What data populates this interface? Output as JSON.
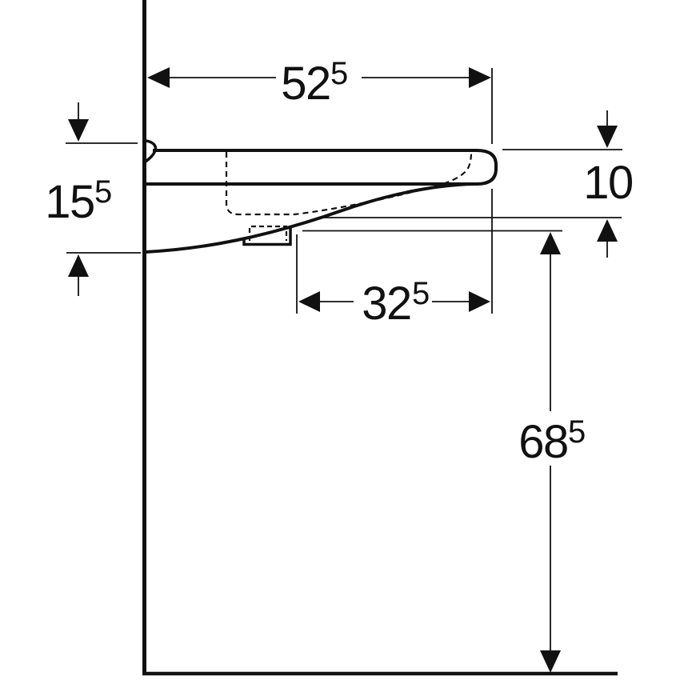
{
  "diagram": {
    "colors": {
      "line": "#111111",
      "background": "#ffffff"
    },
    "dims": {
      "top_width": {
        "value": "52",
        "sup": "5"
      },
      "left_height": {
        "value": "15",
        "sup": "5"
      },
      "front_edge_height": {
        "value": "10",
        "sup": ""
      },
      "bottom_width": {
        "value": "32",
        "sup": "5"
      },
      "clearance_height": {
        "value": "68",
        "sup": "5"
      }
    }
  }
}
